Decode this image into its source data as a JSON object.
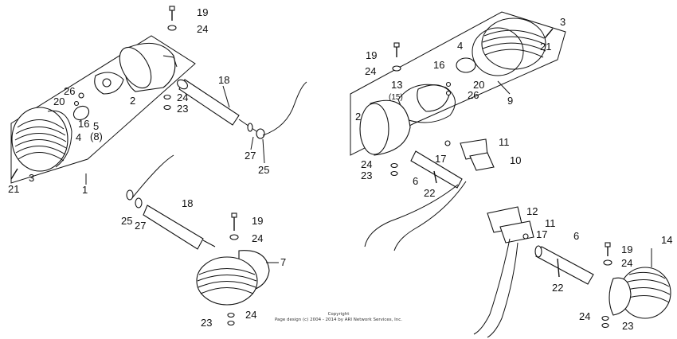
{
  "diagram": {
    "labels": [
      {
        "id": "l19a",
        "text": "19"
      },
      {
        "id": "l24a",
        "text": "24"
      },
      {
        "id": "l26a",
        "text": "26"
      },
      {
        "id": "l20a",
        "text": "20"
      },
      {
        "id": "l2a",
        "text": "2"
      },
      {
        "id": "l5a",
        "text": "5"
      },
      {
        "id": "l8a",
        "text": "(8)"
      },
      {
        "id": "l16a",
        "text": "16"
      },
      {
        "id": "l4a",
        "text": "4"
      },
      {
        "id": "l3a",
        "text": "3"
      },
      {
        "id": "l21a",
        "text": "21"
      },
      {
        "id": "l1",
        "text": "1"
      },
      {
        "id": "l18a",
        "text": "18"
      },
      {
        "id": "l24b",
        "text": "24"
      },
      {
        "id": "l23a",
        "text": "23"
      },
      {
        "id": "l27a",
        "text": "27"
      },
      {
        "id": "l25a",
        "text": "25"
      },
      {
        "id": "l25b",
        "text": "25"
      },
      {
        "id": "l27b",
        "text": "27"
      },
      {
        "id": "l18b",
        "text": "18"
      },
      {
        "id": "l19b",
        "text": "19"
      },
      {
        "id": "l24c",
        "text": "24"
      },
      {
        "id": "l7",
        "text": "7"
      },
      {
        "id": "l24d",
        "text": "24"
      },
      {
        "id": "l23b",
        "text": "23"
      },
      {
        "id": "l19c",
        "text": "19"
      },
      {
        "id": "l24e",
        "text": "24"
      },
      {
        "id": "l4b",
        "text": "4"
      },
      {
        "id": "l3b",
        "text": "3"
      },
      {
        "id": "l21b",
        "text": "21"
      },
      {
        "id": "l16b",
        "text": "16"
      },
      {
        "id": "l13",
        "text": "13"
      },
      {
        "id": "l15",
        "text": "(15)"
      },
      {
        "id": "l20b",
        "text": "20"
      },
      {
        "id": "l26b",
        "text": "26"
      },
      {
        "id": "l9",
        "text": "9"
      },
      {
        "id": "l2b",
        "text": "2"
      },
      {
        "id": "l11a",
        "text": "11"
      },
      {
        "id": "l17a",
        "text": "17"
      },
      {
        "id": "l10",
        "text": "10"
      },
      {
        "id": "l24f",
        "text": "24"
      },
      {
        "id": "l23c",
        "text": "23"
      },
      {
        "id": "l6a",
        "text": "6"
      },
      {
        "id": "l22a",
        "text": "22"
      },
      {
        "id": "l12",
        "text": "12"
      },
      {
        "id": "l11b",
        "text": "11"
      },
      {
        "id": "l17b",
        "text": "17"
      },
      {
        "id": "l6b",
        "text": "6"
      },
      {
        "id": "l19d",
        "text": "19"
      },
      {
        "id": "l24g",
        "text": "24"
      },
      {
        "id": "l14",
        "text": "14"
      },
      {
        "id": "l22b",
        "text": "22"
      },
      {
        "id": "l24h",
        "text": "24"
      },
      {
        "id": "l23d",
        "text": "23"
      }
    ],
    "copyright_line1": "Copyright",
    "copyright_line2": "Page design (c) 2004 - 2014 by ARI Network Services, Inc."
  }
}
